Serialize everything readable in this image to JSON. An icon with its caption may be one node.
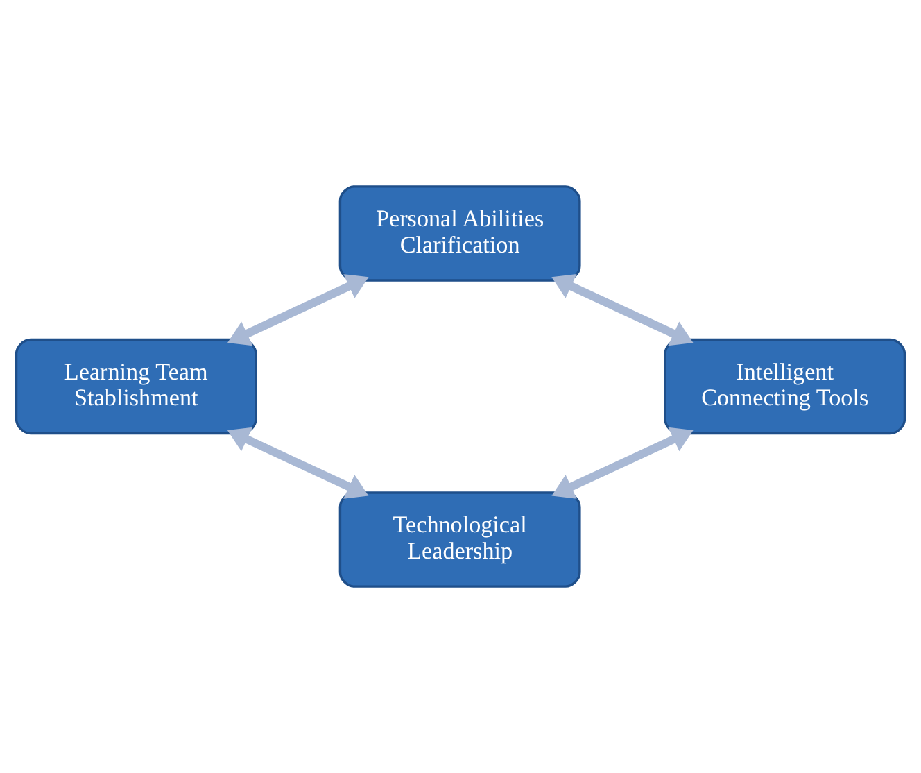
{
  "diagram": {
    "nodes": [
      {
        "text": [
          "Personal Abilities Clarification"
        ]
      },
      {
        "text": [
          "Learning Team Stablishment"
        ]
      },
      {
        "text": [
          "Intelligent Connecting Tools"
        ]
      },
      {
        "text": [
          "Technological Leadership"
        ]
      }
    ],
    "edges": [
      {
        "from": 0,
        "to": 1,
        "arrow": "both"
      },
      {
        "from": 0,
        "to": 2,
        "arrow": "both"
      },
      {
        "from": 1,
        "to": 3,
        "arrow": "both"
      },
      {
        "from": 2,
        "to": 3,
        "arrow": "both"
      }
    ]
  }
}
